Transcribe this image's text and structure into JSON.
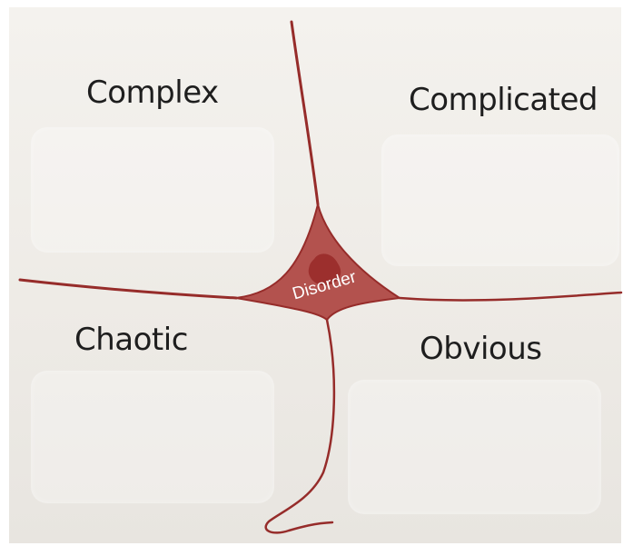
{
  "domains": {
    "complex": "Complex",
    "complicated": "Complicated",
    "chaotic": "Chaotic",
    "obvious": "Obvious",
    "disorder": "Disorder"
  },
  "colors": {
    "line": "#962c2a",
    "center_fill": "#b3524e",
    "center_core": "#9c2f2d",
    "background": "#f1eeea"
  }
}
